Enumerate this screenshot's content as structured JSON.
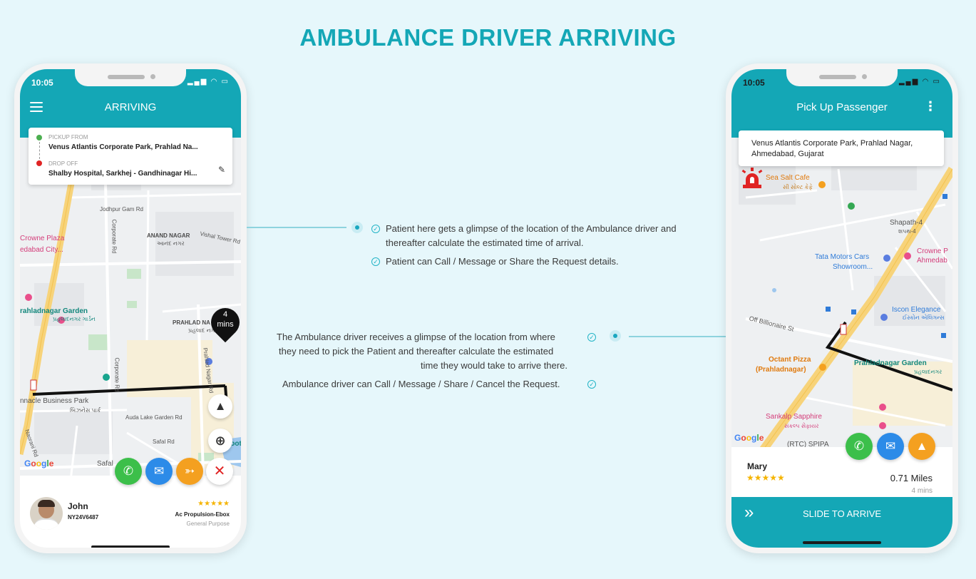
{
  "page_title": "AMBULANCE DRIVER ARRIVING",
  "left_phone": {
    "status_time": "10:05",
    "header_title": "ARRIVING",
    "pickup_label": "PICKUP FROM",
    "pickup_value": "Venus Atlantis Corporate Park, Prahlad Na...",
    "dropoff_label": "DROP OFF",
    "dropoff_value": "Shalby Hospital, Sarkhej - Gandhinagar Hi...",
    "eta_number": "4",
    "eta_unit": "mins",
    "map_labels": {
      "jodhpur_gam": "Jodhpur Gam Rd",
      "corporate_rd_1": "Corporate Rd",
      "anand_nagar": "ANAND NAGAR",
      "anand_nagar_gu": "આનંદ નગર",
      "vishal_tower": "Vishal Tower Rd",
      "crowne_plaza_1": "Crowne Plaza",
      "crowne_plaza_2": "edabad City...",
      "prahladnagar_garden": "rahladnagar Garden",
      "prahladnagar_garden_gu": "પ્રહલાદનગર ગાર્ડન",
      "prahlad_nagar": "PRAHLAD NA",
      "prahlad_nagar_gu": "પ્રહલાદ નગર",
      "corporate_rd_2": "Corporate Rd",
      "prahlad_nagar_rd": "Prahlad Nagar Rd",
      "pinnacle": "nnacle Business Park",
      "pinnacle_gu": "બિઝનેસ પાર્ક",
      "auda_lake": "Auda Lake Garden Rd",
      "safal_rd": "Safal Rd",
      "safal": "Safal",
      "boot": "Boot",
      "naorani": "Naorani Rd"
    },
    "driver_name": "John",
    "plate": "NY24V6487",
    "rating_stars": "★★★★★",
    "vehicle": "Ac Propulsion-Ebox",
    "vehicle_type": "General Purpose"
  },
  "middle": {
    "patient_line1": "Patient here gets a glimpse of the location of the Ambulance driver and",
    "patient_line2": "thereafter calculate the estimated time of arrival.",
    "patient_line3": "Patient can Call / Message or Share the Request details.",
    "driver_line1": "The Ambulance driver receives a glimpse of the location from where",
    "driver_line2": "they need to pick the Patient and thereafter calculate the estimated",
    "driver_line3": "time they would take to arrive there.",
    "driver_line4": "Ambulance driver can Call / Message / Share / Cancel the Request."
  },
  "right_phone": {
    "status_time": "10:05",
    "header_title": "Pick Up Passenger",
    "address_line1": "Venus Atlantis Corporate Park, Prahlad Nagar,",
    "address_line2": "Ahmedabad, Gujarat",
    "map_labels": {
      "sea_salt": "Sea Salt Cafe",
      "sea_salt_gu": "સી સોલ્ટ કેફે",
      "shapath": "Shapath-4",
      "shapath_gu": "શપથ-4",
      "crowne_1": "Crowne P",
      "crowne_2": "Ahmedab",
      "tata_motors_1": "Tata Motors Cars",
      "tata_motors_2": "Showroom...",
      "iscon": "Iscon Elegance",
      "iscon_gu": "ઈસ્કોન એલિગન્સ",
      "off_billionaire": "Off Billionaire St",
      "octant_1": "Octant Pizza",
      "octant_2": "(Prahladnagar)",
      "prahladnagar_garden": "Prahladnagar Garden",
      "prahladnagar_garden_gu": "પ્રહલાદનગર",
      "sankalp": "Sankalp Sapphire",
      "sankalp_gu": "સંકલ્પ સેફાયર",
      "rtc": "(RTC) SPIPA"
    },
    "passenger_name": "Mary",
    "rating_stars": "★★★★★",
    "distance": "0.71 Miles",
    "eta": "4 mins",
    "slide_label": "SLIDE TO ARRIVE"
  },
  "colors": {
    "brand": "#14a7b6",
    "call": "#3cbf4a",
    "message": "#2c8be8",
    "share": "#f4a020",
    "cancel": "#e02424"
  }
}
